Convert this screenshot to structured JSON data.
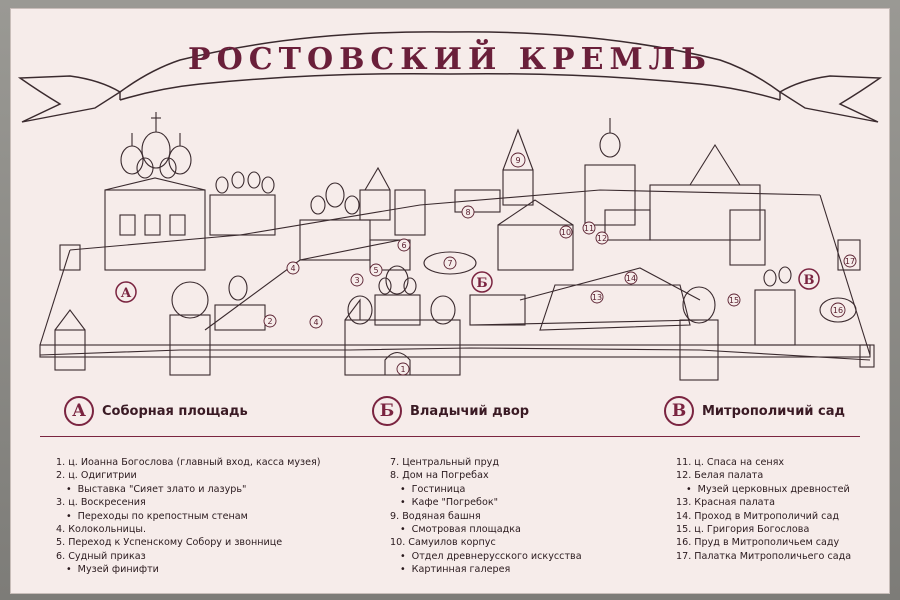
{
  "title": "РОСТОВСКИЙ  КРЕМЛЬ",
  "colors": {
    "accent": "#7a2440",
    "ink": "#3a2a2e",
    "board": "#f6ecea"
  },
  "zones": [
    {
      "letter": "А",
      "label": "Соборная площадь"
    },
    {
      "letter": "Б",
      "label": "Владычий двор"
    },
    {
      "letter": "В",
      "label": "Митрополичий сад"
    }
  ],
  "legend": {
    "col1": [
      {
        "text": "1. ц. Иоанна Богослова (главный вход, касса музея)",
        "sub": false
      },
      {
        "text": "2. ц. Одигитрии",
        "sub": false
      },
      {
        "text": "Выставка \"Сияет злато и лазурь\"",
        "sub": true
      },
      {
        "text": "3. ц. Воскресения",
        "sub": false
      },
      {
        "text": "Переходы по крепостным стенам",
        "sub": true
      },
      {
        "text": "4. Колокольницы.",
        "sub": false
      },
      {
        "text": "5. Переход к Успенскому Собору и звоннице",
        "sub": false
      },
      {
        "text": "6. Судный приказ",
        "sub": false
      },
      {
        "text": "Музей финифти",
        "sub": true
      }
    ],
    "col2": [
      {
        "text": "7. Центральный пруд",
        "sub": false
      },
      {
        "text": "8. Дом на Погребах",
        "sub": false
      },
      {
        "text": "Гостиница",
        "sub": true
      },
      {
        "text": "Кафе \"Погребок\"",
        "sub": true
      },
      {
        "text": "9. Водяная башня",
        "sub": false
      },
      {
        "text": "Смотровая площадка",
        "sub": true
      },
      {
        "text": "10. Самуилов корпус",
        "sub": false
      },
      {
        "text": "Отдел древнерусского искусства",
        "sub": true
      },
      {
        "text": "Картинная галерея",
        "sub": true
      }
    ],
    "col3": [
      {
        "text": "11. ц. Спаса на сенях",
        "sub": false
      },
      {
        "text": "12. Белая палата",
        "sub": false
      },
      {
        "text": "Музей церковных древностей",
        "sub": true
      },
      {
        "text": "13. Красная палата",
        "sub": false
      },
      {
        "text": "14. Проход в Митрополичий сад",
        "sub": false
      },
      {
        "text": "15. ц. Григория Богослова",
        "sub": false
      },
      {
        "text": "16. Пруд в Митрополичьем саду",
        "sub": false
      },
      {
        "text": "17. Палатка Митрополичьего сада",
        "sub": false
      }
    ]
  },
  "map_labels": {
    "zone_a": "А",
    "zone_b": "Б",
    "zone_c": "В",
    "n1": "1",
    "n2": "2",
    "n3": "3",
    "n4": "4",
    "n4b": "4",
    "n5": "5",
    "n6": "6",
    "n7": "7",
    "n8": "8",
    "n9": "9",
    "n10": "10",
    "n11": "11",
    "n12": "12",
    "n13": "13",
    "n14": "14",
    "n15": "15",
    "n16": "16",
    "n17": "17"
  }
}
